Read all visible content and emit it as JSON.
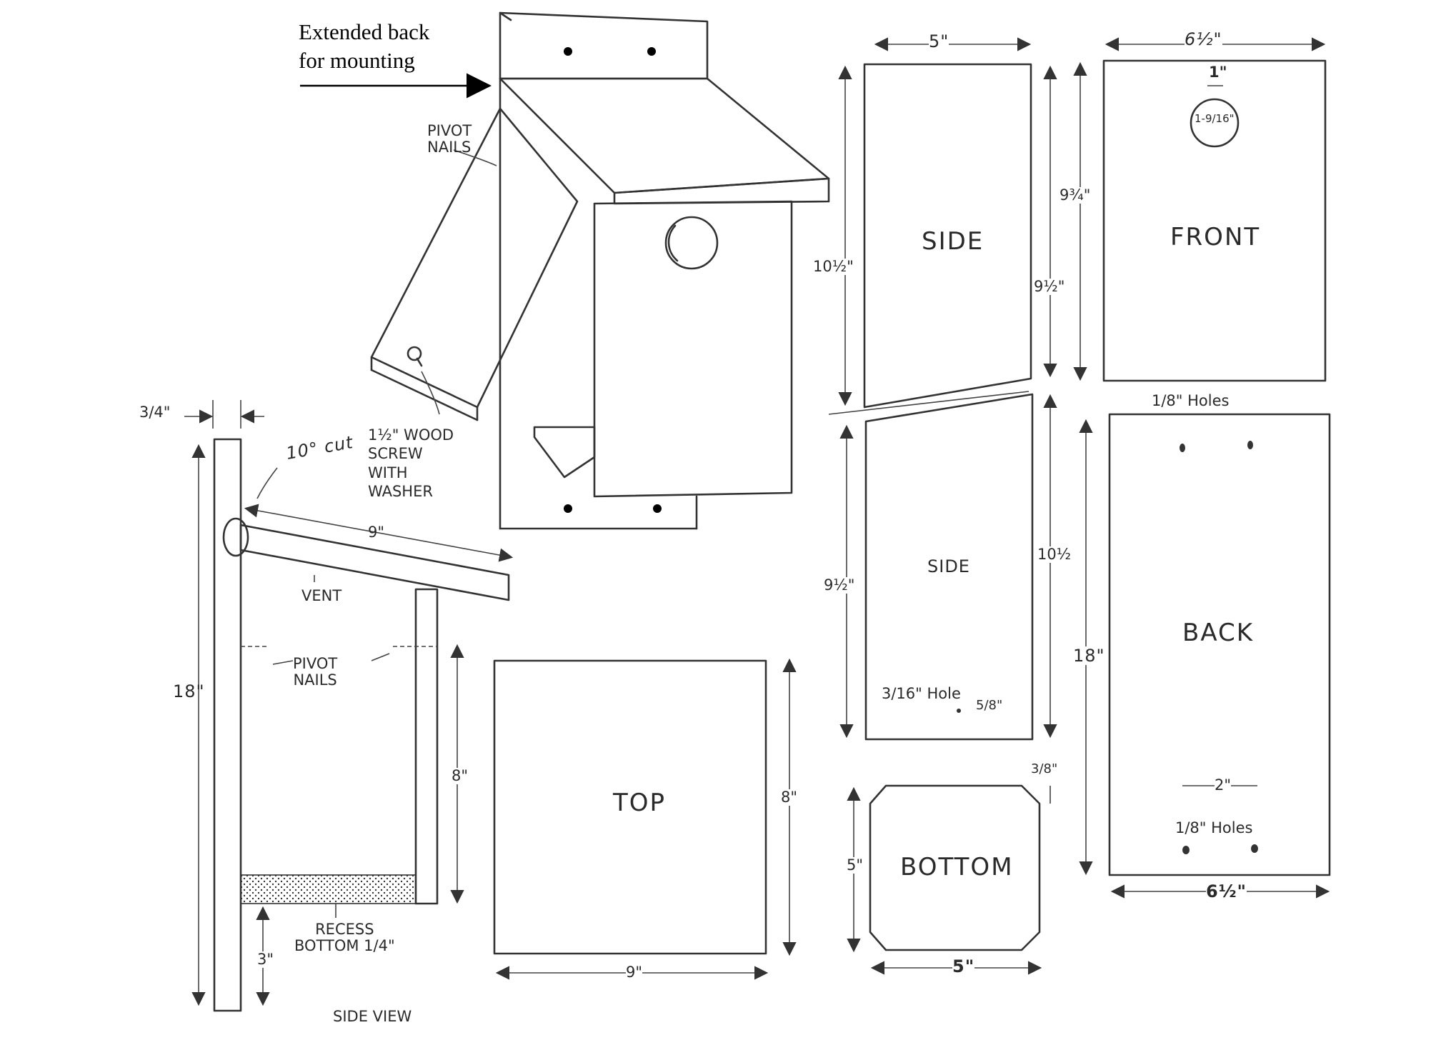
{
  "callout": {
    "text": "Extended back\nfor mounting"
  },
  "iso_view": {
    "pivot_nails": "PIVOT\nNAILS",
    "screw": "1½\" WOOD\nSCREW\nWITH\nWASHER"
  },
  "side_view": {
    "top_dim": "3/4\"",
    "cut": "10° cut",
    "roof_len": "9\"",
    "vent": "VENT",
    "pivot_nails": "PIVOT\nNAILS",
    "height": "18\"",
    "lower": "8\"",
    "recess": "RECESS\nBOTTOM 1/4\"",
    "base": "3\"",
    "title": "SIDE VIEW"
  },
  "top_panel": {
    "label": "TOP",
    "h": "8\"",
    "w": "9\""
  },
  "side_panels": {
    "width": "5\"",
    "upper_label": "SIDE",
    "upper_left": "10½\"",
    "upper_right": "9½\"",
    "lower_label": "SIDE",
    "lower_left": "9½\"",
    "lower_right": "10½",
    "hole": "3/16\" Hole",
    "hole_off": "5/8\""
  },
  "bottom_panel": {
    "label": "BOTTOM",
    "h": "5\"",
    "w": "5\"",
    "corner": "3/8\""
  },
  "front_panel": {
    "label": "FRONT",
    "width": "6½\"",
    "hole_top": "1\"",
    "hole": "1-9/16\"",
    "height": "9¾\""
  },
  "back_panel": {
    "label": "BACK",
    "holes_top": "1/8\" Holes",
    "height": "18\"",
    "spacing": "2\"",
    "holes_bottom": "1/8\" Holes",
    "width": "6½\""
  }
}
